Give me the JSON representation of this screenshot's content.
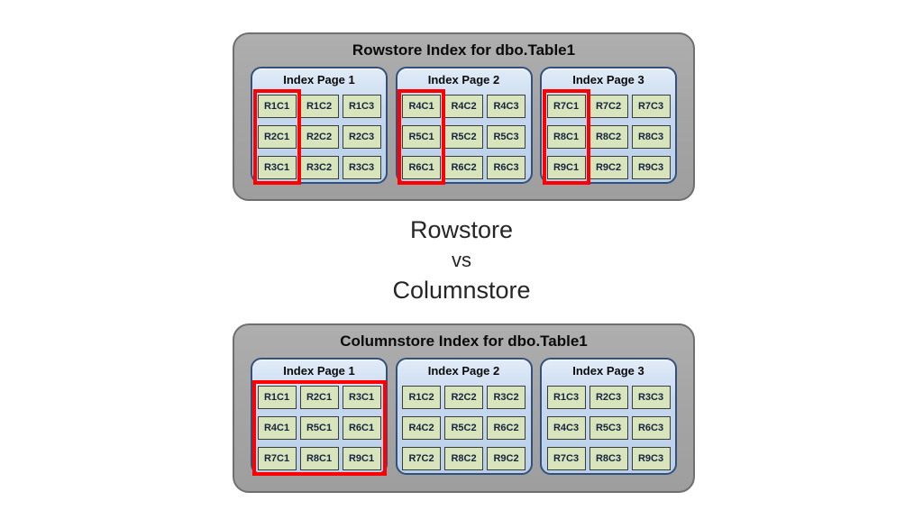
{
  "middle_label": {
    "line1": "Rowstore",
    "line2": "vs",
    "line3": "Columnstore"
  },
  "panels": [
    {
      "id": "rowstore",
      "title": "Rowstore Index for dbo.Table1",
      "pages": [
        {
          "title": "Index Page 1",
          "highlight": "column",
          "cells": [
            [
              "R1C1",
              "R1C2",
              "R1C3"
            ],
            [
              "R2C1",
              "R2C2",
              "R2C3"
            ],
            [
              "R3C1",
              "R3C2",
              "R3C3"
            ]
          ]
        },
        {
          "title": "Index Page 2",
          "highlight": "column",
          "cells": [
            [
              "R4C1",
              "R4C2",
              "R4C3"
            ],
            [
              "R5C1",
              "R5C2",
              "R5C3"
            ],
            [
              "R6C1",
              "R6C2",
              "R6C3"
            ]
          ]
        },
        {
          "title": "Index Page 3",
          "highlight": "column",
          "cells": [
            [
              "R7C1",
              "R7C2",
              "R7C3"
            ],
            [
              "R8C1",
              "R8C2",
              "R8C3"
            ],
            [
              "R9C1",
              "R9C2",
              "R9C3"
            ]
          ]
        }
      ]
    },
    {
      "id": "columnstore",
      "title": "Columnstore Index for dbo.Table1",
      "pages": [
        {
          "title": "Index Page 1",
          "highlight": "all",
          "cells": [
            [
              "R1C1",
              "R2C1",
              "R3C1"
            ],
            [
              "R4C1",
              "R5C1",
              "R6C1"
            ],
            [
              "R7C1",
              "R8C1",
              "R9C1"
            ]
          ]
        },
        {
          "title": "Index Page 2",
          "highlight": "none",
          "cells": [
            [
              "R1C2",
              "R2C2",
              "R3C2"
            ],
            [
              "R4C2",
              "R5C2",
              "R6C2"
            ],
            [
              "R7C2",
              "R8C2",
              "R9C2"
            ]
          ]
        },
        {
          "title": "Index Page 3",
          "highlight": "none",
          "cells": [
            [
              "R1C3",
              "R2C3",
              "R3C3"
            ],
            [
              "R4C3",
              "R5C3",
              "R6C3"
            ],
            [
              "R7C3",
              "R8C3",
              "R9C3"
            ]
          ]
        }
      ]
    }
  ],
  "colors": {
    "background": "#ffffff",
    "panel_fill": "#a6a6a6",
    "panel_border": "#6f6f6f",
    "page_fill": "#c6d8ee",
    "page_border": "#31507c",
    "cell_fill": "#d8e4bc",
    "cell_border": "#3b3b3b",
    "highlight_red": "#ff0000",
    "text_dark": "#0a0a0a"
  }
}
